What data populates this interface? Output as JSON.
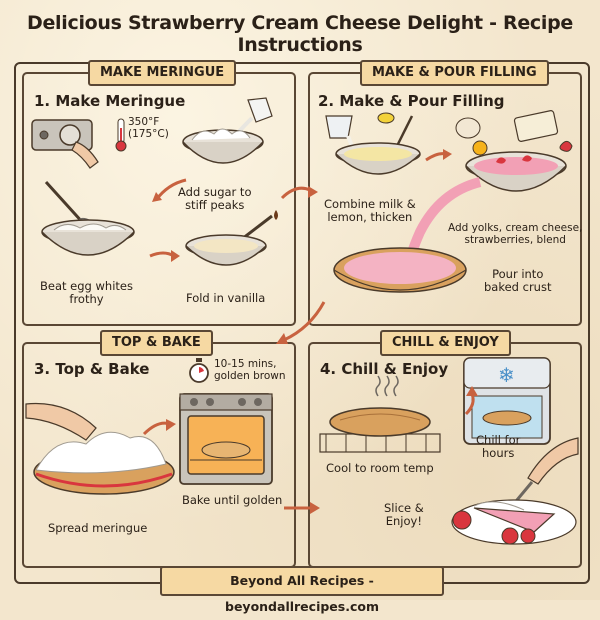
{
  "title": "Delicious Strawberry Cream Cheese Delight - Recipe Instructions",
  "panels": [
    {
      "banner": "MAKE MERINGUE",
      "heading": "1. Make Meringue",
      "oven_temp": "350°F\n(175°C)",
      "captions": [
        "Add sugar to\nstiff peaks",
        "Beat egg whites\nfrothy",
        "Fold in vanilla"
      ]
    },
    {
      "banner": "MAKE & POUR FILLING",
      "heading": "2. Make & Pour Filling",
      "captions": [
        "Combine milk &\nlemon, thicken",
        "Add yolks, cream cheese,\nstrawberries, blend",
        "Pour into\nbaked crust"
      ]
    },
    {
      "banner": "TOP & BAKE",
      "heading": "3. Top & Bake",
      "timer_note": "10-15 mins,\ngolden brown",
      "captions": [
        "Spread meringue",
        "Bake until golden"
      ]
    },
    {
      "banner": "CHILL & ENJOY",
      "heading": "4. Chill & Enjoy",
      "captions": [
        "Cool to room temp",
        "Chill for\nhours",
        "Slice &\nEnjoy!"
      ]
    }
  ],
  "footer": "Beyond All Recipes - beyondallrecipes.com",
  "colors": {
    "paper": "#f3e6cd",
    "ink": "#2b2118",
    "banner": "#f6d9a3",
    "arrow": "#c8623f",
    "strawberry": "#d9363e",
    "pink_filling": "#f2a0b5",
    "crust": "#d9a15e"
  }
}
